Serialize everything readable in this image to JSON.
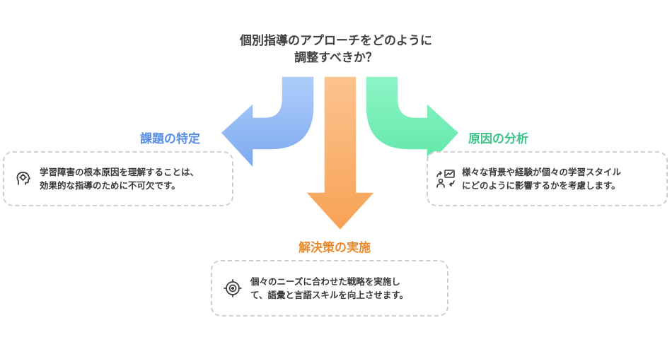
{
  "title": {
    "line1": "個別指導のアプローチをどのように",
    "line2": "調整すべきか？"
  },
  "colors": {
    "left": "#8fb8f5",
    "center": "#f8a45f",
    "right": "#7ef2bd",
    "left_heading": "#5a8fe6",
    "center_heading": "#e98a2c",
    "right_heading": "#3ec48a"
  },
  "branches": {
    "left": {
      "heading": "課題の特定",
      "icon": "brain-head-icon",
      "lines": [
        "学習障害の根本原因を理解することは、",
        "効果的な指導のために不可欠です。"
      ]
    },
    "right": {
      "heading": "原因の分析",
      "icon": "analysis-chart-icon",
      "lines": [
        "様々な背景や経験が個々の学習スタイル",
        "にどのように影響するかを考慮します。"
      ]
    },
    "center": {
      "heading": "解決策の実施",
      "icon": "target-icon",
      "lines": [
        "個々のニーズに合わせた戦略を実施し",
        "て、語彙と言語スキルを向上させます。"
      ]
    }
  }
}
